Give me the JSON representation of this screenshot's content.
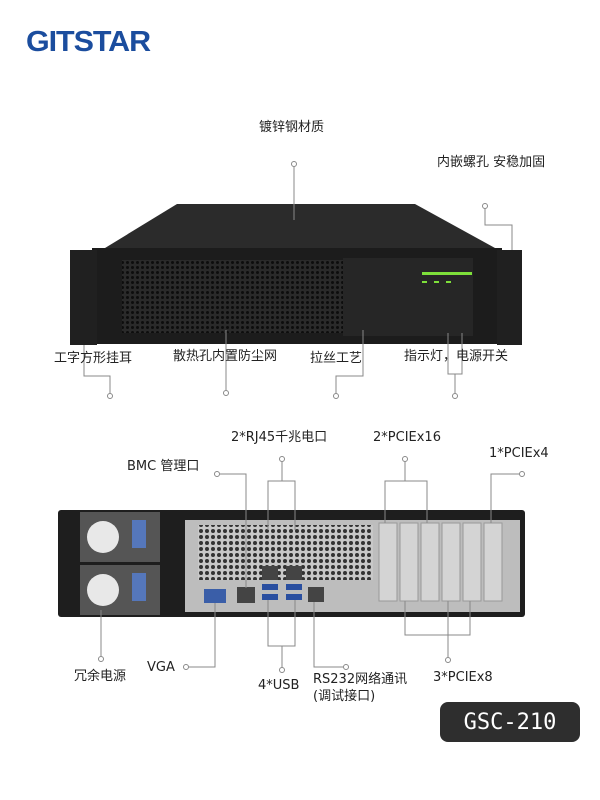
{
  "brand": {
    "logo": "GITSTAR"
  },
  "front": {
    "labels": {
      "material": "镀锌钢材质",
      "screw": "内嵌螺孔 安稳加固",
      "ear": "工字方形挂耳",
      "vent": "散热孔内置防尘网",
      "brushed": "拉丝工艺",
      "indicator": "指示灯，电源开关"
    }
  },
  "rear": {
    "labels": {
      "rj45": "2*RJ45千兆电口",
      "bmc": "BMC 管理口",
      "pcie16": "2*PCIEx16",
      "pcie4": "1*PCIEx4",
      "psu": "冗余电源",
      "vga": "VGA",
      "usb": "4*USB",
      "rs232": "RS232网络通讯",
      "rs232_note": "(调试接口)",
      "pcie8": "3*PCIEx8"
    }
  },
  "model": "GSC-210",
  "colors": {
    "brand": "#1b4d9e",
    "led": "#7ee03a",
    "badge": "#2e2e2e"
  }
}
